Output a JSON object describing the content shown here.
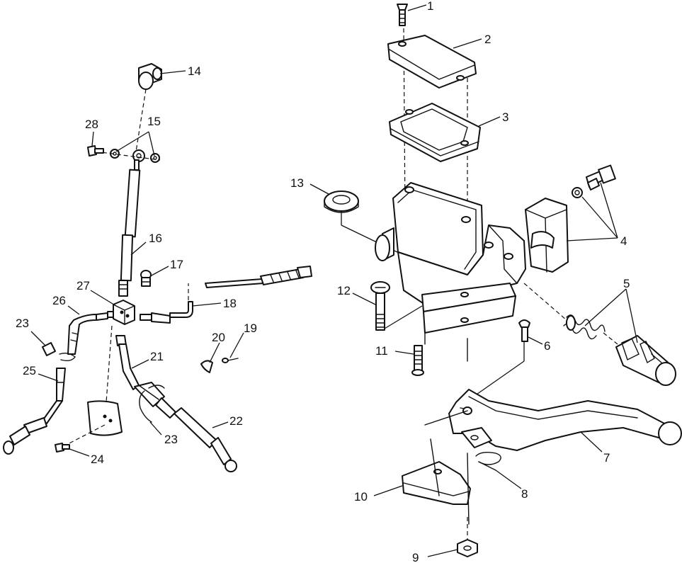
{
  "diagram": {
    "callouts": [
      {
        "id": "c1",
        "label": "1"
      },
      {
        "id": "c2",
        "label": "2"
      },
      {
        "id": "c3",
        "label": "3"
      },
      {
        "id": "c4",
        "label": "4"
      },
      {
        "id": "c5",
        "label": "5"
      },
      {
        "id": "c6",
        "label": "6"
      },
      {
        "id": "c7",
        "label": "7"
      },
      {
        "id": "c8",
        "label": "8"
      },
      {
        "id": "c9",
        "label": "9"
      },
      {
        "id": "c10",
        "label": "10"
      },
      {
        "id": "c11",
        "label": "11"
      },
      {
        "id": "c12",
        "label": "12"
      },
      {
        "id": "c13",
        "label": "13"
      },
      {
        "id": "c14",
        "label": "14"
      },
      {
        "id": "c15",
        "label": "15"
      },
      {
        "id": "c16",
        "label": "16"
      },
      {
        "id": "c17",
        "label": "17"
      },
      {
        "id": "c18",
        "label": "18"
      },
      {
        "id": "c19",
        "label": "19"
      },
      {
        "id": "c20",
        "label": "20"
      },
      {
        "id": "c21",
        "label": "21"
      },
      {
        "id": "c22",
        "label": "22"
      },
      {
        "id": "c23a",
        "label": "23"
      },
      {
        "id": "c23b",
        "label": "23"
      },
      {
        "id": "c24",
        "label": "24"
      },
      {
        "id": "c25",
        "label": "25"
      },
      {
        "id": "c26",
        "label": "26"
      },
      {
        "id": "c27",
        "label": "27"
      },
      {
        "id": "c28",
        "label": "28"
      }
    ]
  }
}
